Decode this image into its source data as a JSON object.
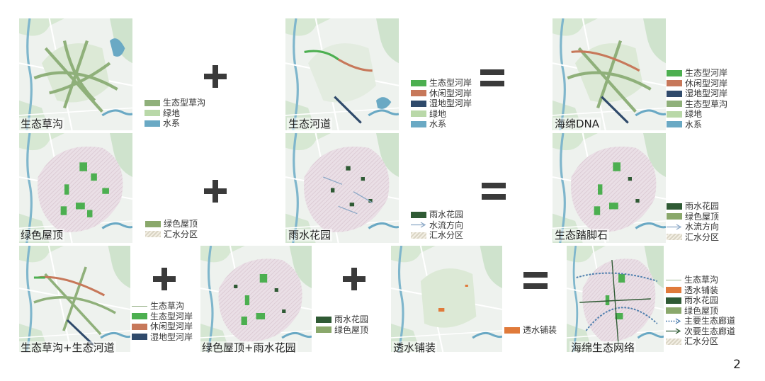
{
  "colors": {
    "eco_swale": "#8fb07a",
    "eco_river": "#4caf50",
    "leisure_river": "#c7785a",
    "wetland_river": "#2f4a6b",
    "green": "#b9d8a8",
    "water": "#6aa9c4",
    "green_roof": "#8aa86b",
    "rain_garden": "#2f5a34",
    "flow_arrow": "#8aa7c6",
    "permeable": "#e07a3a"
  },
  "row1": {
    "p1": {
      "caption": "生态草沟",
      "legend": [
        "生态型草沟",
        "绿地",
        "水系"
      ]
    },
    "p2": {
      "caption": "生态河道",
      "legend": [
        "生态型河岸",
        "休闲型河岸",
        "湿地型河岸",
        "绿地",
        "水系"
      ]
    },
    "p3": {
      "caption": "海绵DNA",
      "legend": [
        "生态型河岸",
        "休闲型河岸",
        "湿地型河岸",
        "生态型草沟",
        "绿地",
        "水系"
      ]
    }
  },
  "row2": {
    "p1": {
      "caption": "绿色屋顶",
      "legend": [
        "绿色屋顶",
        "汇水分区"
      ]
    },
    "p2": {
      "caption": "雨水花园",
      "legend": [
        "雨水花园",
        "水流方向",
        "汇水分区"
      ]
    },
    "p3": {
      "caption": "生态踏脚石",
      "legend": [
        "雨水花园",
        "绿色屋顶",
        "水流方向",
        "汇水分区"
      ]
    }
  },
  "row3": {
    "p1": {
      "caption": "生态草沟+生态河道",
      "legend": [
        "生态草沟",
        "生态型河岸",
        "休闲型河岸",
        "湿地型河岸"
      ]
    },
    "p2": {
      "caption": "绿色屋顶+雨水花园",
      "legend": [
        "雨水花园",
        "绿色屋顶"
      ]
    },
    "p3": {
      "caption": "透水铺装",
      "legend": [
        "透水铺装"
      ]
    },
    "p4": {
      "caption": "海绵生态网络",
      "legend": [
        "生态草沟",
        "透水铺装",
        "雨水花园",
        "绿色屋顶",
        "主要生态廊道",
        "次要生态廊道",
        "汇水分区"
      ]
    }
  },
  "page_number": "2"
}
